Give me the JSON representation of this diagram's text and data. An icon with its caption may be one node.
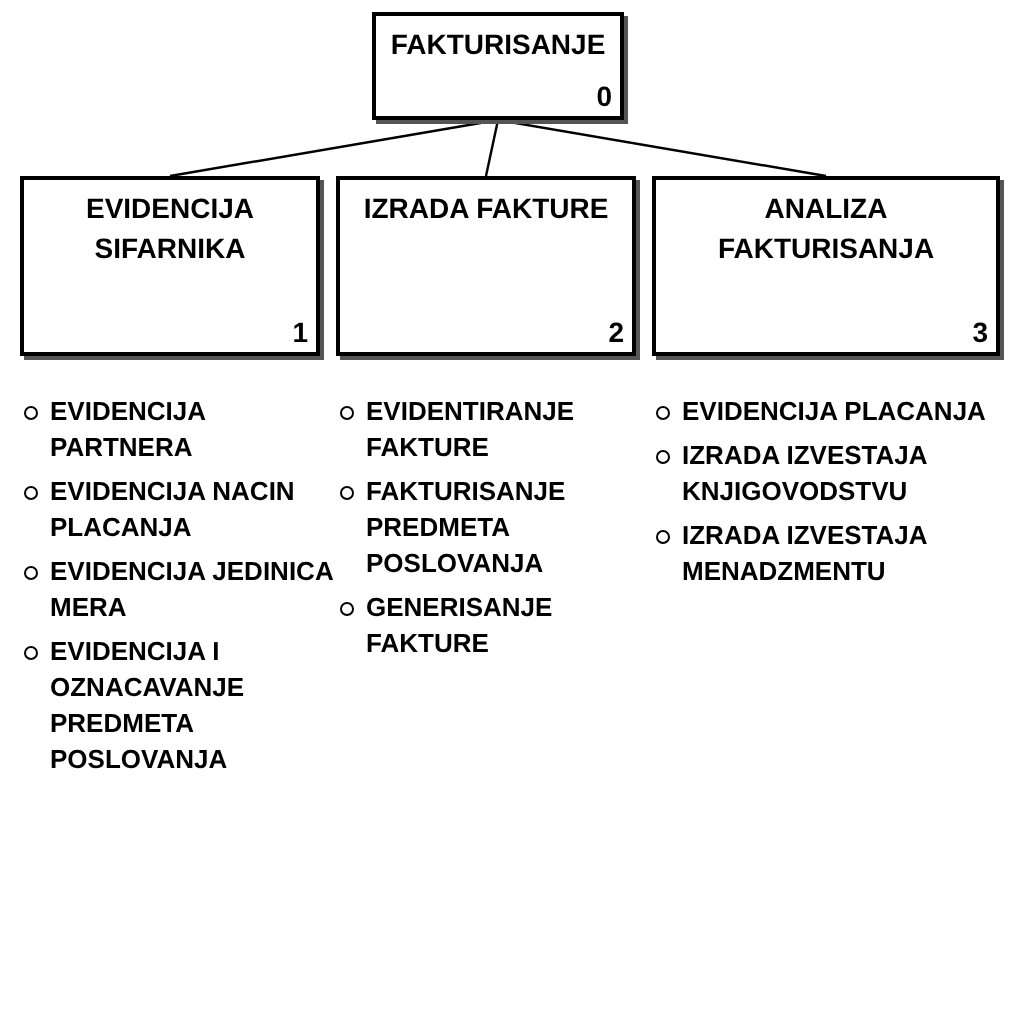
{
  "diagram": {
    "nodes": [
      {
        "text": [
          "FAKTURISANJE",
          "0"
        ]
      },
      {
        "text": [
          "EVIDENCIJA SIFARNIKA",
          "1"
        ],
        "beside": [
          "EVIDENCIJA PARTNERA",
          "EVIDENCIJA NACIN PLACANJA",
          "EVIDENCIJA JEDINICA MERA",
          "EVIDENCIJA I OZNACAVANJE PREDMETA POSLOVANJA"
        ]
      },
      {
        "text": [
          "IZRADA FAKTURE",
          "2"
        ],
        "beside": [
          "EVIDENTIRANJE FAKTURE",
          "FAKTURISANJE PREDMETA POSLOVANJA",
          "GENERISANJE FAKTURE"
        ]
      },
      {
        "text": [
          "ANALIZA FAKTURISANJA",
          "3"
        ],
        "beside": [
          "EVIDENCIJA PLACANJA",
          "IZRADA IZVESTAJA KNJIGOVODSTVU",
          "IZRADA IZVESTAJA MENADZMENTU"
        ]
      }
    ],
    "edges": [
      {
        "from": 0,
        "to": 1,
        "arrow": "none"
      },
      {
        "from": 0,
        "to": 2,
        "arrow": "none"
      },
      {
        "from": 0,
        "to": 3,
        "arrow": "none"
      }
    ]
  }
}
